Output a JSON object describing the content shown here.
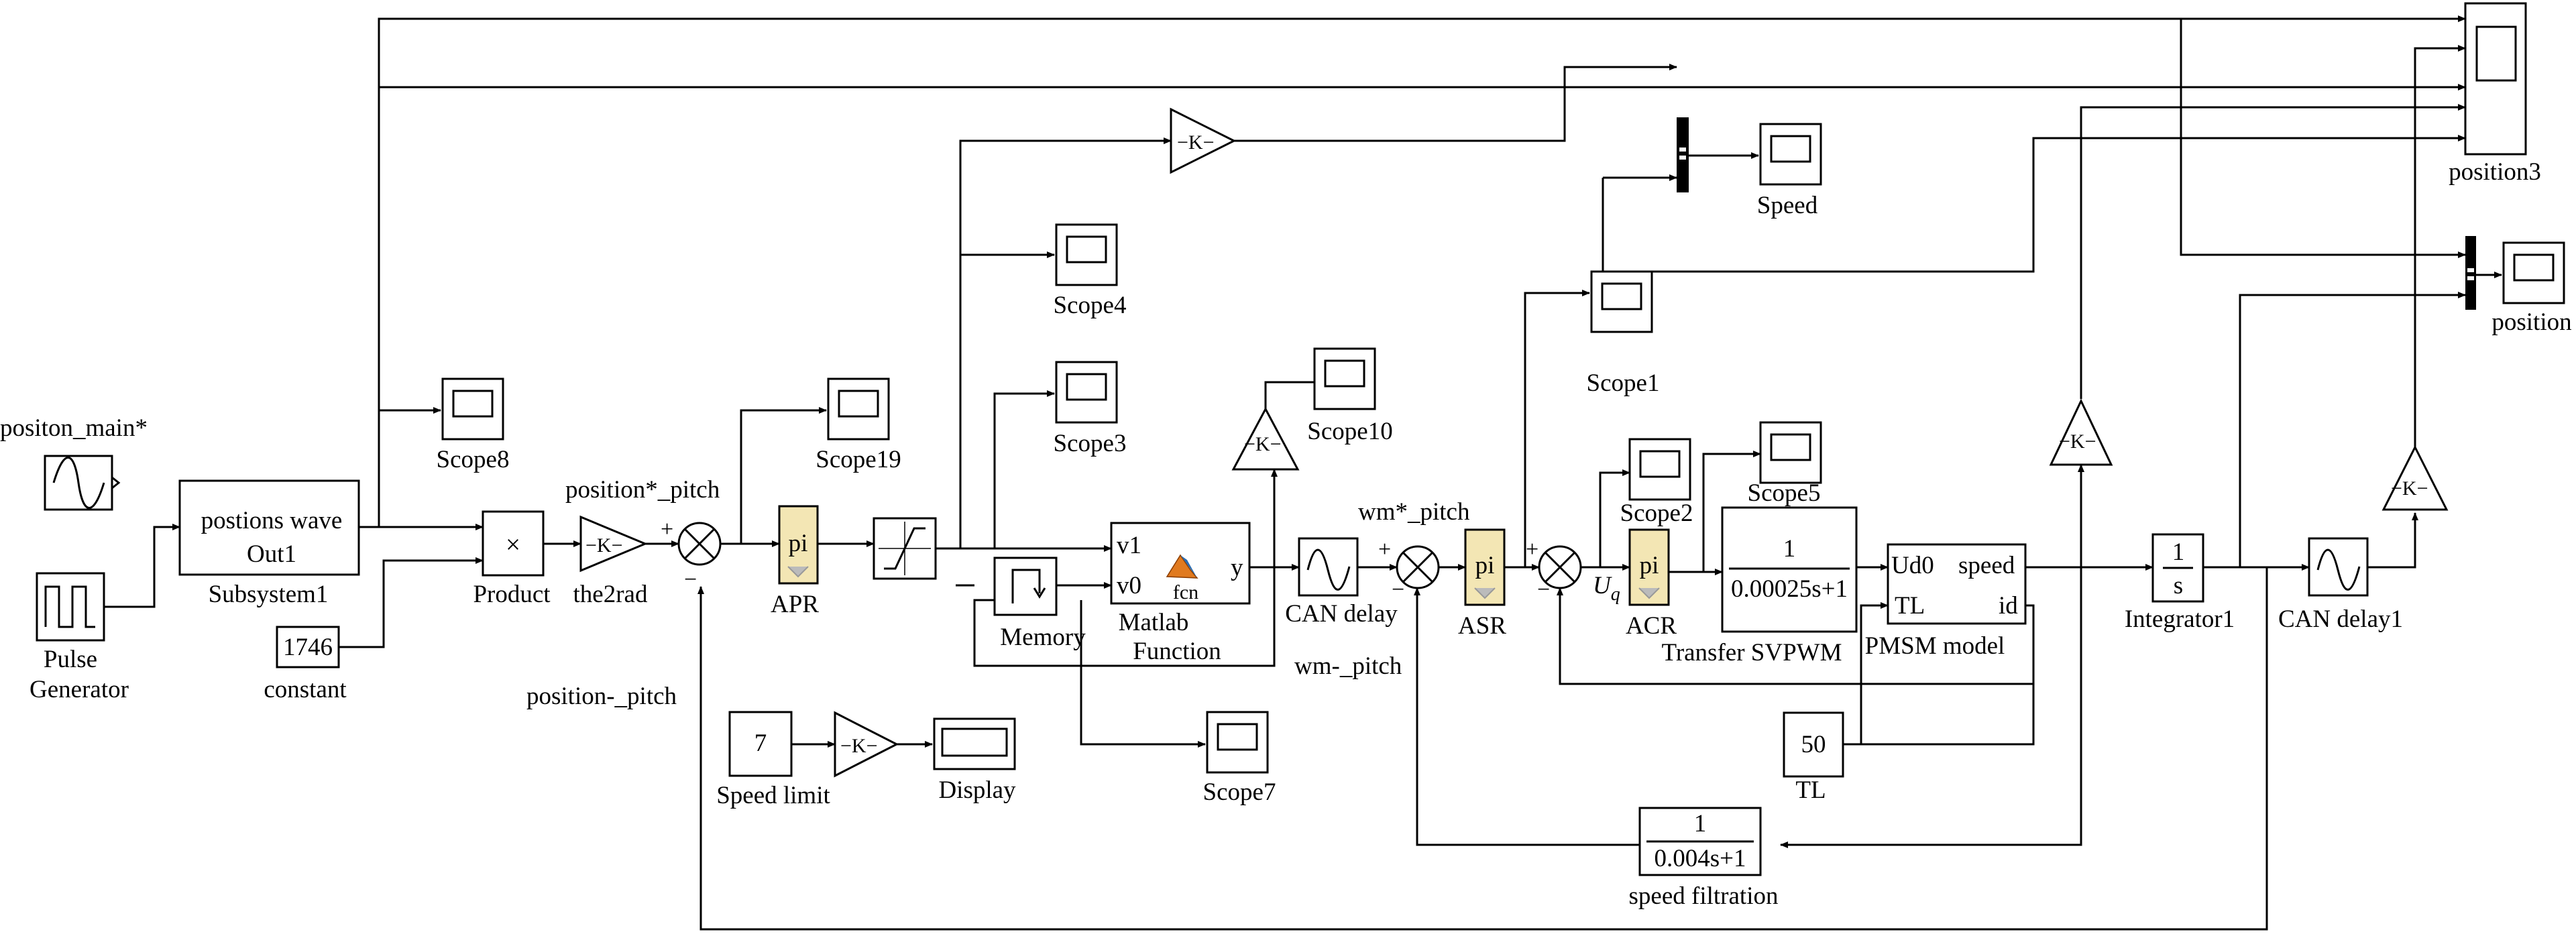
{
  "blocks": {
    "positon_main": "positon_main*",
    "pulse_generator": [
      "Pulse",
      "Generator"
    ],
    "subsystem": {
      "line1": "postions wave",
      "line2": "Out1",
      "name": "Subsystem1"
    },
    "constant": {
      "value": "1746",
      "name": "constant"
    },
    "product": {
      "symbol": "×",
      "name": "Product"
    },
    "the2rad": {
      "gain": "K",
      "name": "the2rad"
    },
    "apr": {
      "text": "pi",
      "name": "APR"
    },
    "memory": "Memory",
    "matlab_function": {
      "in1": "v1",
      "in2": "v0",
      "out": "y",
      "fcn": "fcn",
      "name": [
        "Matlab",
        "Function"
      ]
    },
    "can_delay": "CAN delay",
    "asr": {
      "text": "pi",
      "name": "ASR"
    },
    "acr": {
      "text": "pi",
      "name": "ACR"
    },
    "svpwm": {
      "num": "1",
      "den": "0.00025s+1",
      "name": "Transfer SVPWM"
    },
    "pmsm": {
      "in1": "Ud0",
      "in2": "TL",
      "out1": "speed",
      "out2": "id",
      "name": "PMSM model"
    },
    "integrator": {
      "num": "1",
      "den": "s",
      "name": "Integrator1"
    },
    "can_delay1": "CAN delay1",
    "speed_limit": {
      "value": "7",
      "name": "Speed limit"
    },
    "display": "Display",
    "tl": {
      "value": "50",
      "name": "TL"
    },
    "speed_filtration": {
      "num": "1",
      "den": "0.004s+1",
      "name": "speed filtration"
    },
    "gain_k": "K"
  },
  "scopes": {
    "scope1": "Scope1",
    "scope2": "Scope2",
    "scope3": "Scope3",
    "scope4": "Scope4",
    "scope5": "Scope5",
    "scope7": "Scope7",
    "scope8": "Scope8",
    "scope10": "Scope10",
    "scope19": "Scope19",
    "speed": "Speed",
    "position": "position",
    "position3": "position3"
  },
  "signals": {
    "position_star_pitch": "position*_pitch",
    "position_minus_pitch": "position-_pitch",
    "wm_star_pitch": "wm*_pitch",
    "wm_minus_pitch": "wm-_pitch",
    "uq_main": "U",
    "uq_sub": "q",
    "plus": "+",
    "minus": "−"
  }
}
